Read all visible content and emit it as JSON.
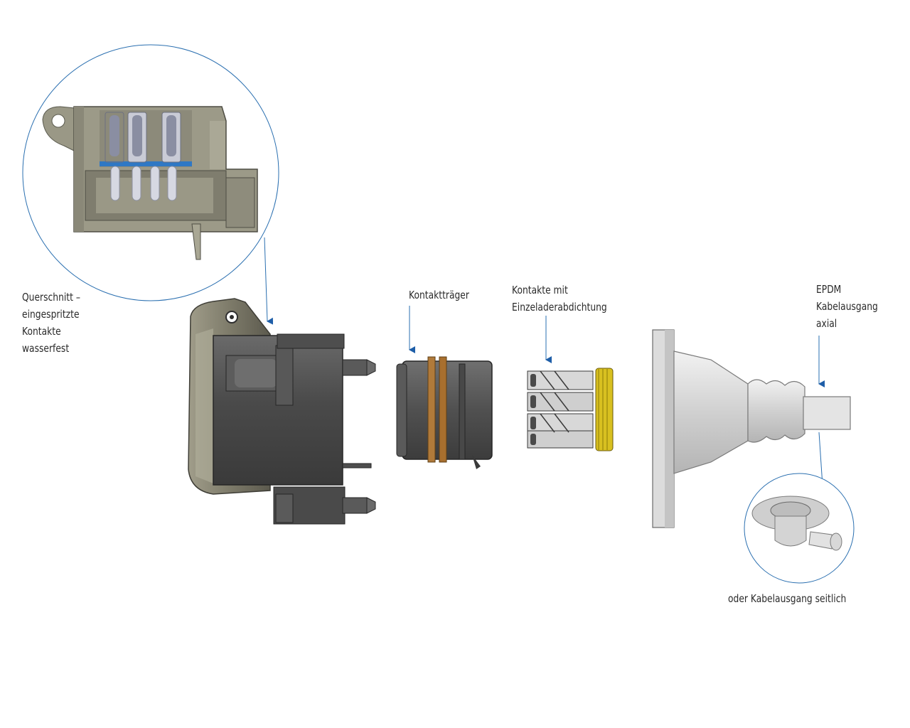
{
  "labels": {
    "cross_section": [
      "Querschnitt –",
      "eingespritzte",
      "Kontakte",
      "wasserfest"
    ],
    "contact_carrier": [
      "Kontaktträger"
    ],
    "contacts": [
      "Kontakte mit",
      "Einzeladerabdichtung"
    ],
    "epdm_axial": [
      "EPDM",
      "Kabelausgang",
      "axial"
    ],
    "side_outlet": [
      "oder Kabelausgang seitlich"
    ]
  },
  "colors": {
    "callout_line": "#2a6fb0",
    "arrow": "#1e5ea8",
    "housing_dark": "#4a4a4a",
    "cover_olive": "#8a8775",
    "cross_section_bg": "#9c9a88",
    "seal_orange": "#b07a3a",
    "contact_yellow": "#d8c020",
    "epdm_grey": "#d2d2d2"
  },
  "icons": {
    "cross_section_callout": "magnify-circle",
    "side_outlet_callout": "magnify-circle",
    "pointer": "arrow-down"
  }
}
